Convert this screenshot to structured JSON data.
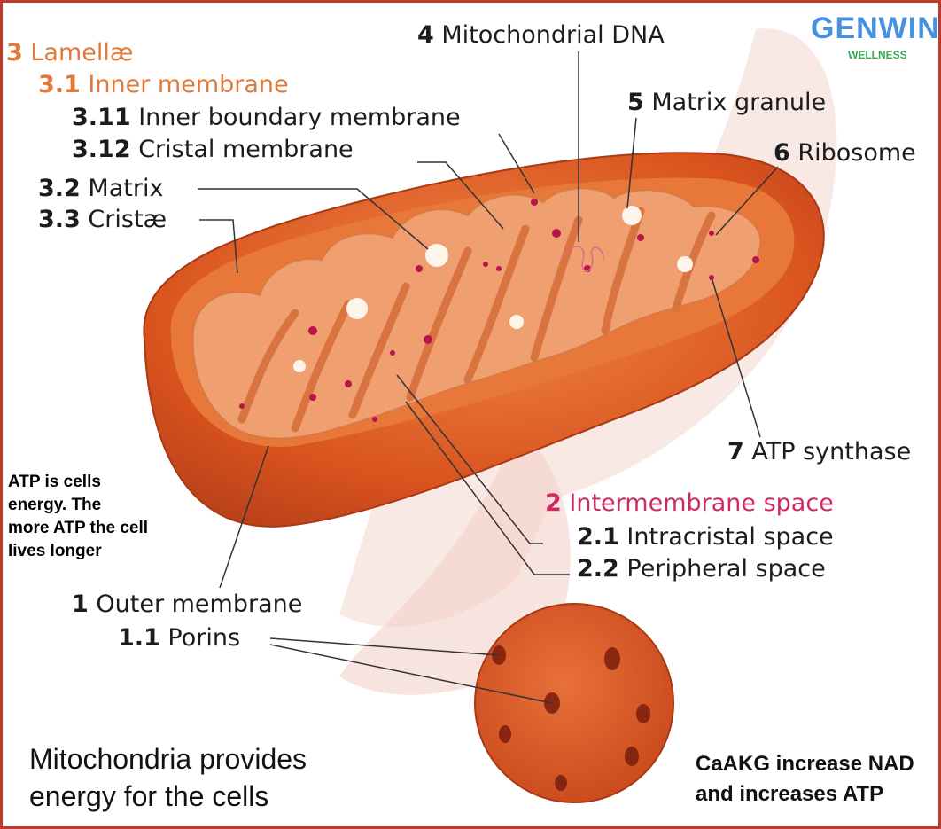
{
  "logo": {
    "word": "GENWIN",
    "sub": "WELLNESS",
    "brand_blue": "#4a90e2",
    "brand_green": "#3aa655"
  },
  "labels": {
    "lamellae": {
      "num": "3",
      "text": " Lamellæ"
    },
    "inner_membrane": {
      "num": "3.1",
      "text": " Inner membrane"
    },
    "inner_boundary": {
      "num": "3.11",
      "text": " Inner boundary membrane"
    },
    "cristal_membrane": {
      "num": "3.12",
      "text": " Cristal membrane"
    },
    "matrix": {
      "num": "3.2",
      "text": " Matrix"
    },
    "cristae": {
      "num": "3.3",
      "text": " Cristæ"
    },
    "mito_dna": {
      "num": "4",
      "text": " Mitochondrial DNA"
    },
    "matrix_granule": {
      "num": "5",
      "text": " Matrix granule"
    },
    "ribosome": {
      "num": "6",
      "text": " Ribosome"
    },
    "atp_synthase": {
      "num": "7",
      "text": " ATP synthase"
    },
    "intermembrane": {
      "num": "2",
      "text": " Intermembrane space"
    },
    "intracristal": {
      "num": "2.1",
      "text": " Intracristal space"
    },
    "peripheral": {
      "num": "2.2",
      "text": " Peripheral space"
    },
    "outer_membrane": {
      "num": "1",
      "text": " Outer membrane"
    },
    "porins": {
      "num": "1.1",
      "text": " Porins"
    }
  },
  "note": {
    "line1": "ATP is cells",
    "line2": "energy. The",
    "line3": " more ATP the cell",
    "line4": "lives longer"
  },
  "caption": {
    "line1": "Mitochondria provides",
    "line2": "energy for the cells"
  },
  "caakg": {
    "line1": "CaAKG increase NAD",
    "line2": "and increases ATP"
  },
  "colors": {
    "outer_membrane": "#d9531e",
    "matrix": "#f0a070",
    "intermembrane": "#e8773a",
    "frame": "#c0392b",
    "accent_orange": "#e07a3c",
    "accent_pink": "#cf2a63"
  }
}
